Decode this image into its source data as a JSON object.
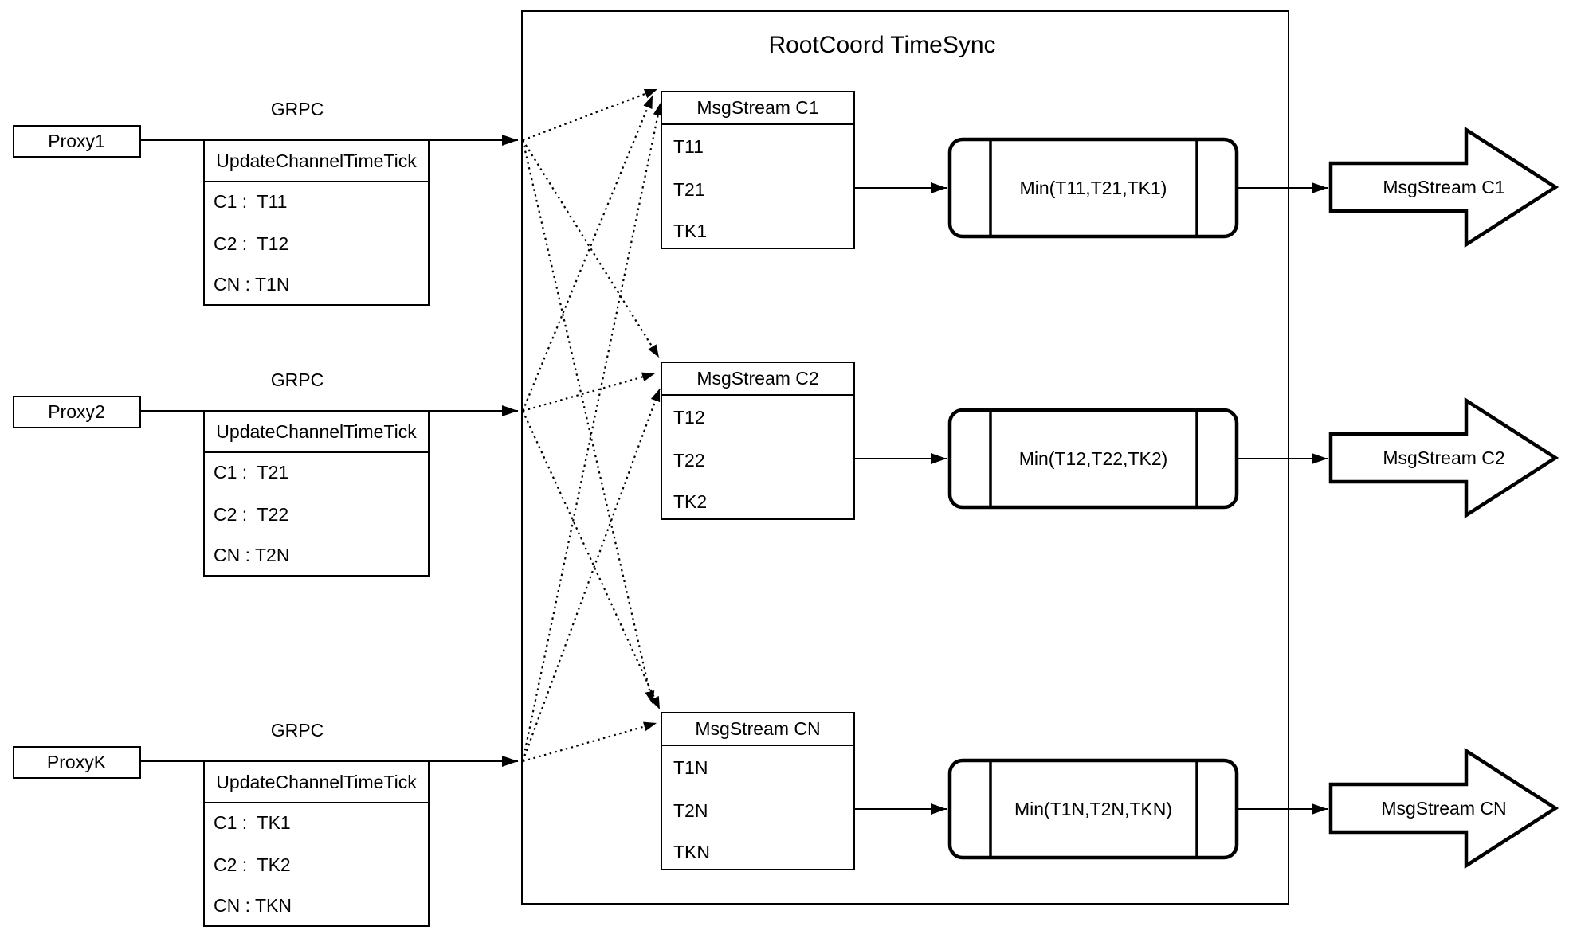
{
  "diagram_title": "RootCoord TimeSync",
  "colors": {
    "stroke": "#000000",
    "background": "#ffffff"
  },
  "rows": [
    {
      "proxy_label": "Proxy1",
      "protocol_label": "GRPC",
      "request_table": {
        "header": "UpdateChannelTimeTick",
        "entries": [
          "C1 :  T11",
          "C2 :  T12",
          "CN : T1N"
        ]
      },
      "stream_table": {
        "header": "MsgStream C1",
        "entries": [
          "T11",
          "T21",
          "TK1"
        ]
      },
      "min_label": "Min(T11,T21,TK1)",
      "output_label": "MsgStream C1"
    },
    {
      "proxy_label": "Proxy2",
      "protocol_label": "GRPC",
      "request_table": {
        "header": "UpdateChannelTimeTick",
        "entries": [
          "C1 :  T21",
          "C2 :  T22",
          "CN : T2N"
        ]
      },
      "stream_table": {
        "header": "MsgStream C2",
        "entries": [
          "T12",
          "T22",
          "TK2"
        ]
      },
      "min_label": "Min(T12,T22,TK2)",
      "output_label": "MsgStream C2"
    },
    {
      "proxy_label": "ProxyK",
      "protocol_label": "GRPC",
      "request_table": {
        "header": "UpdateChannelTimeTick",
        "entries": [
          "C1 :  TK1",
          "C2 :  TK2",
          "CN : TKN"
        ]
      },
      "stream_table": {
        "header": "MsgStream CN",
        "entries": [
          "T1N",
          "T2N",
          "TKN"
        ]
      },
      "min_label": "Min(T1N,T2N,TKN)",
      "output_label": "MsgStream CN"
    }
  ]
}
